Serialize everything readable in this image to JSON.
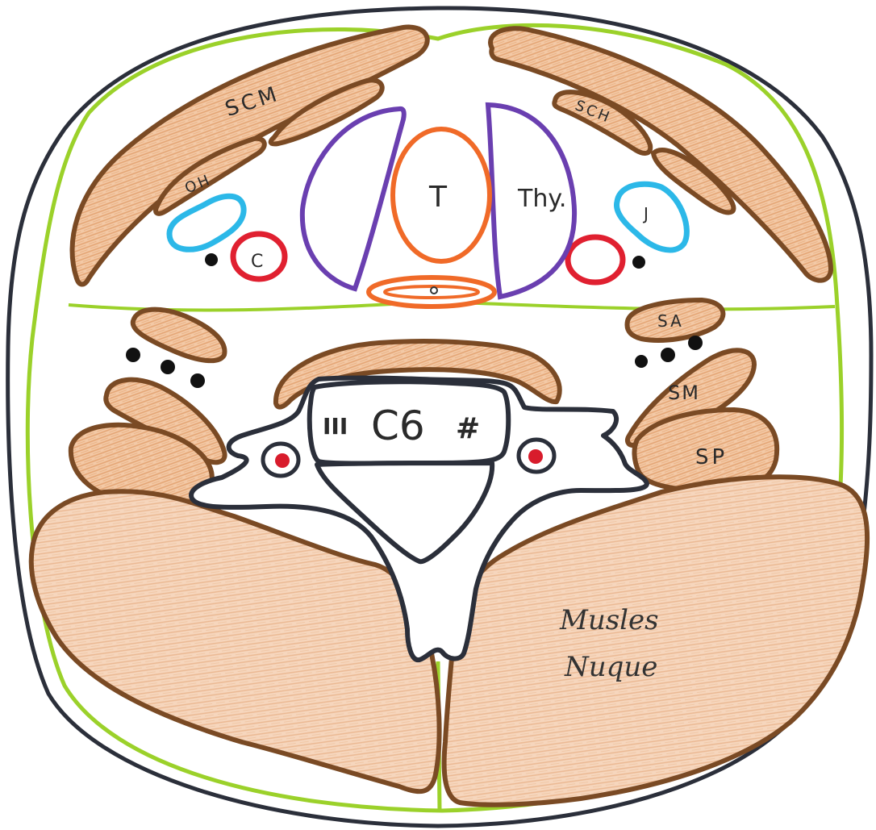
{
  "labels": {
    "scm_left": "SCM",
    "scm_right": "SCH",
    "oh": "OH",
    "carotid": "C",
    "trachea": "T",
    "thyroid": "Thy.",
    "jugular": "J",
    "sa": "SA",
    "sm": "SM",
    "sp": "SP",
    "vertebra": "C6",
    "roman_three": "III",
    "hash": "#",
    "muscles_line1": "Musles",
    "muscles_line2": "Nuque"
  },
  "colors": {
    "outline": "#2b2f3a",
    "fascia": "#9bd12a",
    "muscle_fill": "#f0bf98",
    "muscle_stroke": "#7a4a24",
    "thyroid": "#6a3fb0",
    "trachea": "#f06a28",
    "jugular": "#2cb8e8",
    "artery": "#e02030",
    "vertebral_artery": "#d81c2c",
    "nerve_dot": "#111111"
  }
}
